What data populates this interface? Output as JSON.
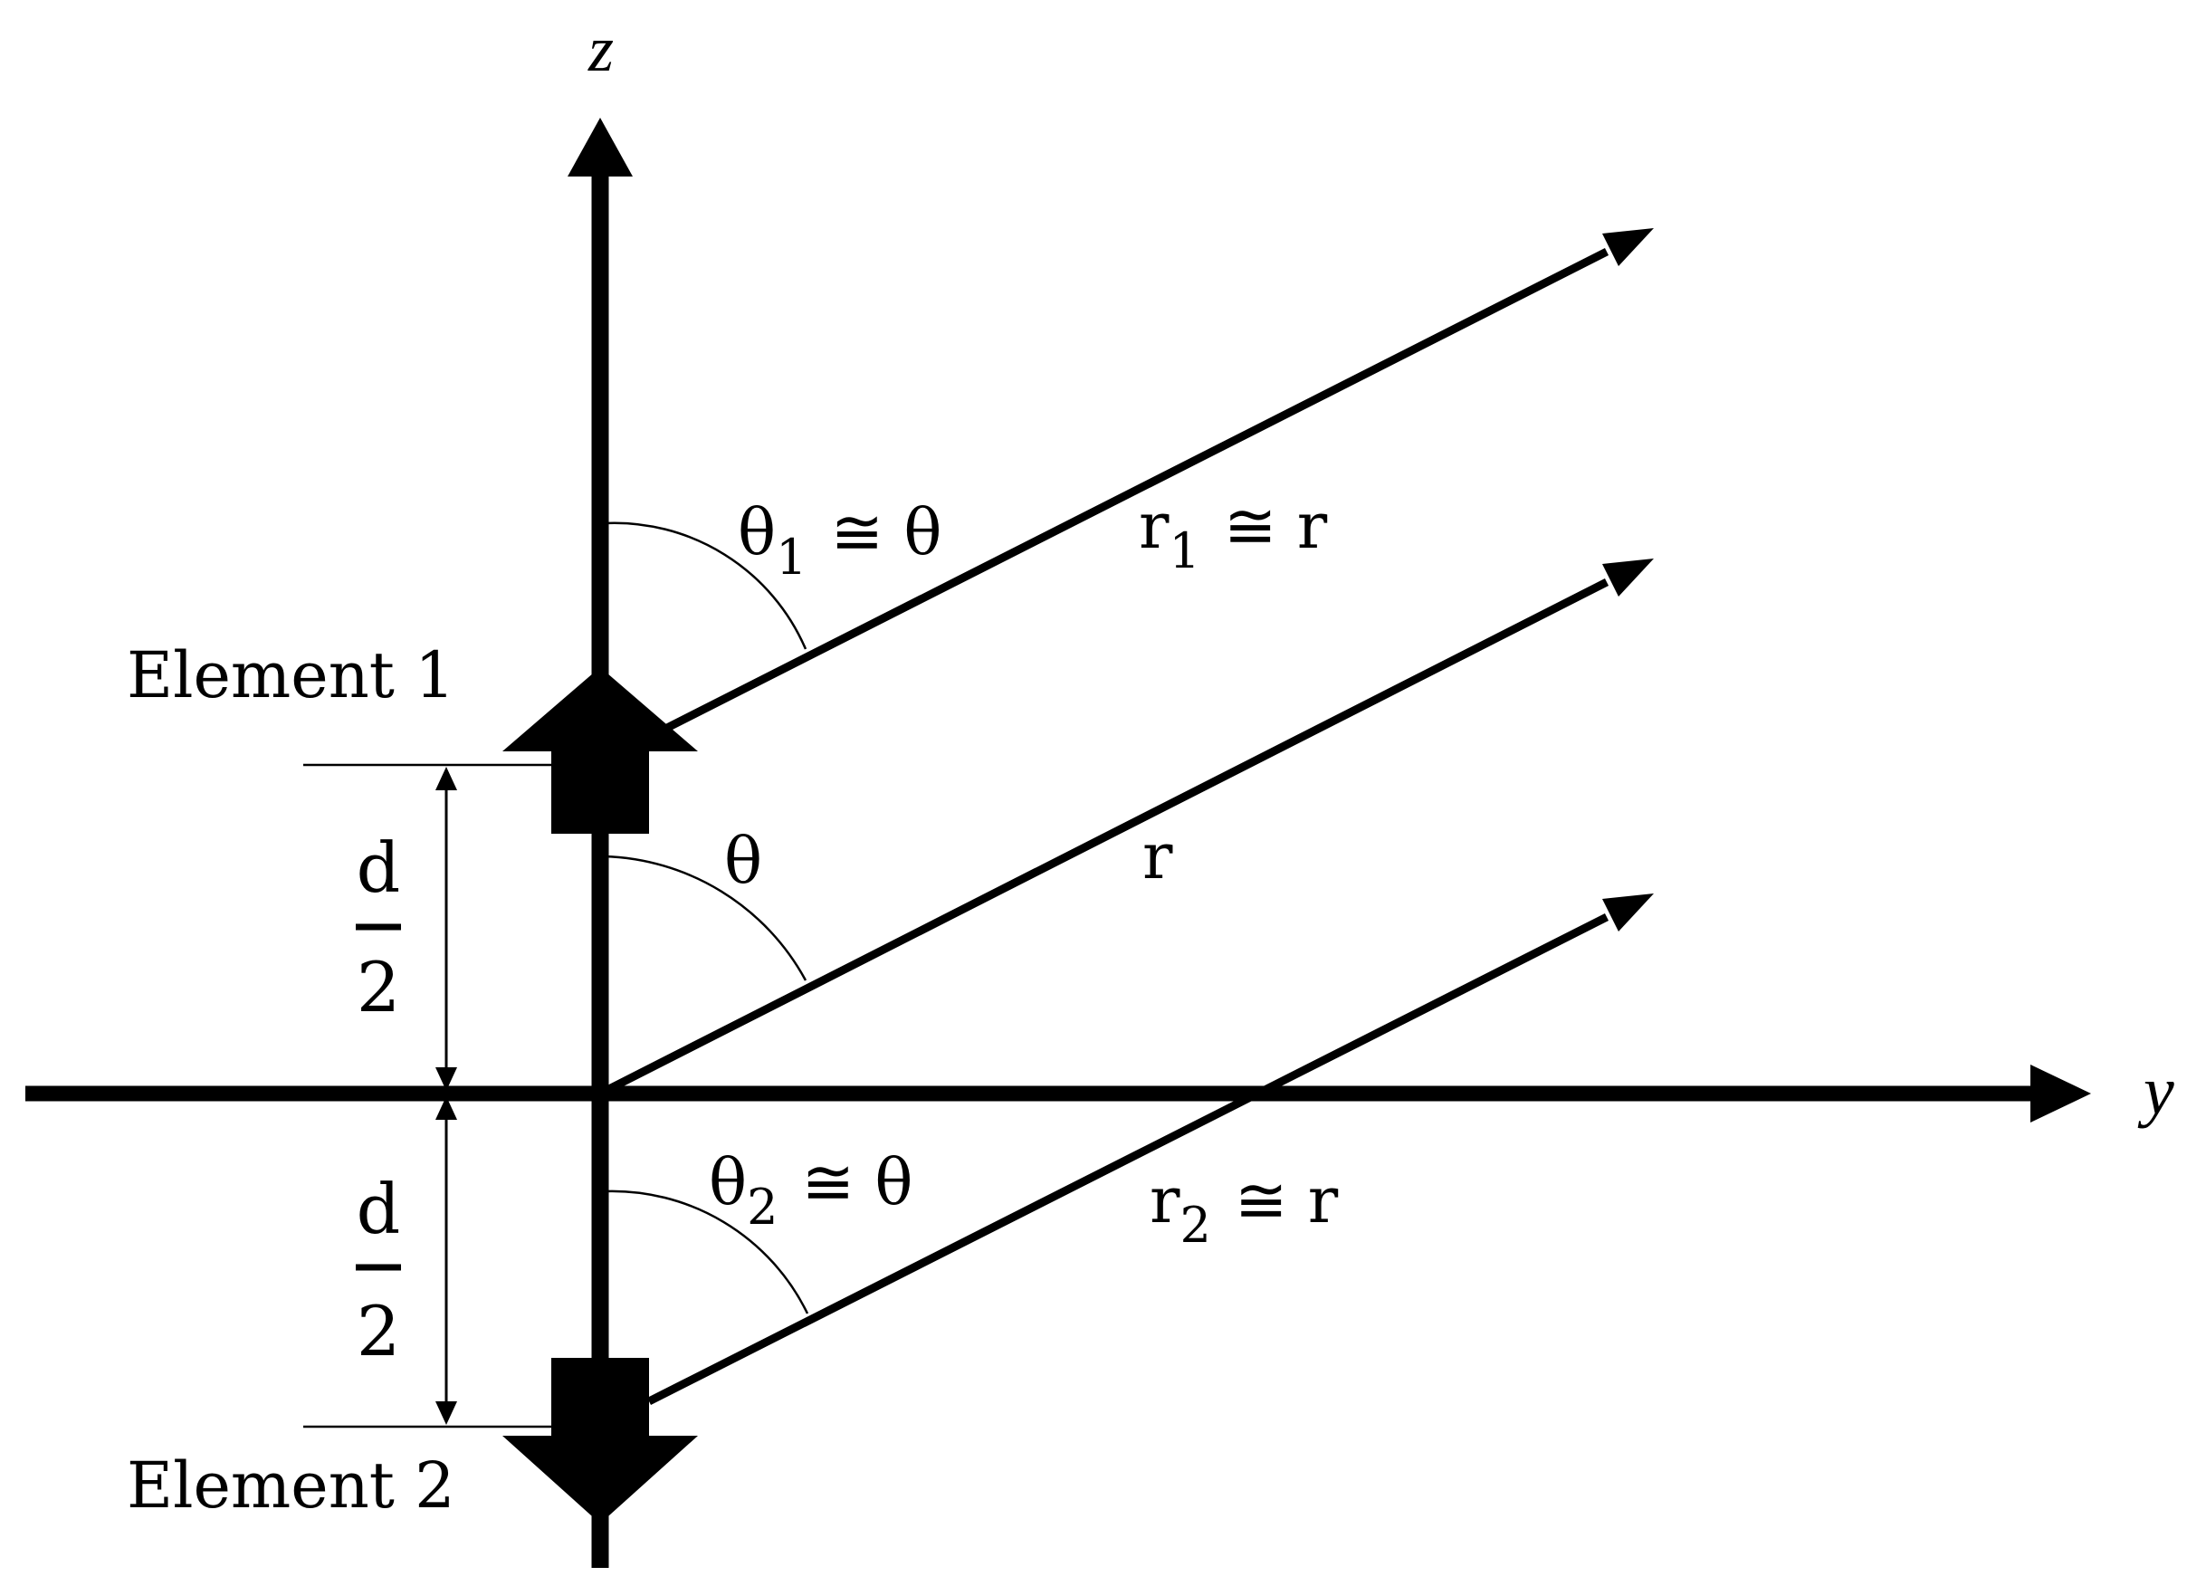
{
  "axes": {
    "z_label": "z",
    "y_label": "y"
  },
  "elements": {
    "element1_label": "Element 1",
    "element2_label": "Element 2"
  },
  "spacing": {
    "upper_numerator": "d",
    "upper_denominator": "2",
    "lower_numerator": "d",
    "lower_denominator": "2"
  },
  "rays": {
    "upper_angle_symbol": "θ",
    "upper_angle_subscript": "1",
    "upper_angle_relation": "≅ θ",
    "upper_distance_symbol": "r",
    "upper_distance_subscript": "1",
    "upper_distance_relation": "≅ r",
    "center_angle_label": "θ",
    "center_distance_label": "r",
    "lower_angle_symbol": "θ",
    "lower_angle_subscript": "2",
    "lower_angle_relation": "≅ θ",
    "lower_distance_symbol": "r",
    "lower_distance_subscript": "2",
    "lower_distance_relation": "≅ r"
  },
  "colors": {
    "ink": "#000000",
    "background": "#ffffff"
  }
}
